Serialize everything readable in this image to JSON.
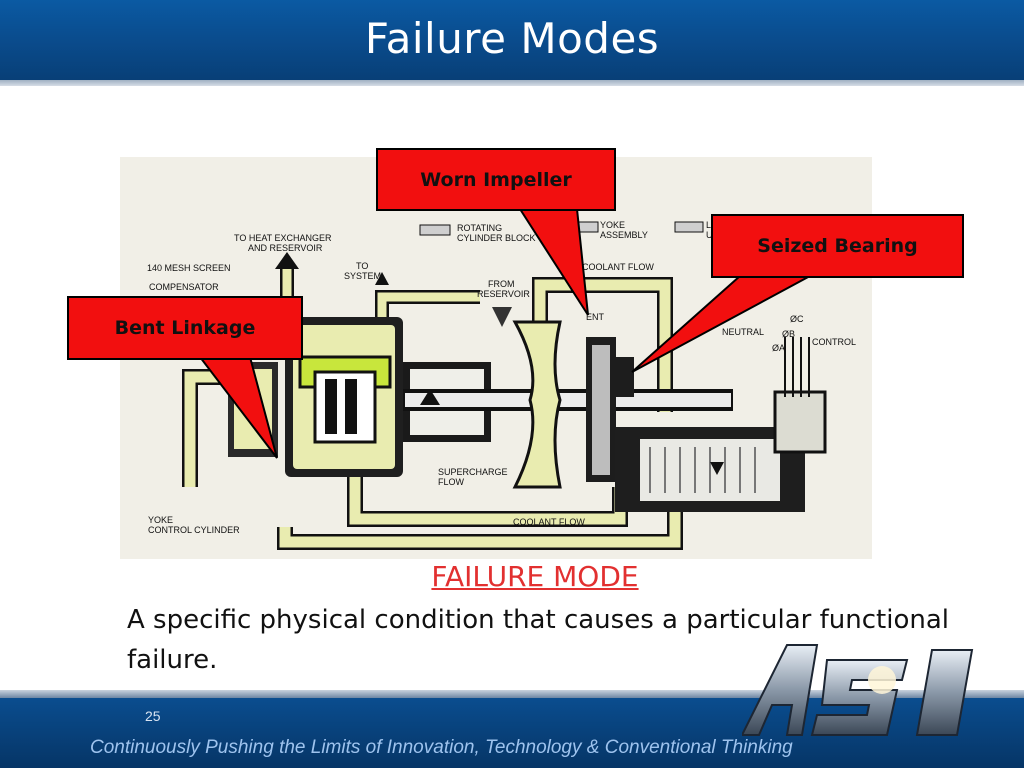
{
  "slide": {
    "title": "Failure Modes",
    "page_number": "25",
    "footer_tagline": "Continuously Pushing the Limits of  Innovation, Technology & Conventional Thinking",
    "logo_text": "ASI"
  },
  "callouts": {
    "worn_impeller": "Worn Impeller",
    "seized_bearing": "Seized Bearing",
    "bent_linkage": "Bent Linkage"
  },
  "diagram_labels": {
    "to_heat_exchanger": [
      "TO HEAT EXCHANGER",
      "AND RESERVOIR"
    ],
    "to_system": [
      "TO",
      "SYSTEM"
    ],
    "mesh_screen": "140 MESH SCREEN",
    "compensator": "COMPENSATOR",
    "rotating_cylinder_block": [
      "ROTATING",
      "CYLINDER BLOCK"
    ],
    "yoke_assembly": [
      "YOKE",
      "ASSEMBLY"
    ],
    "legend_3": [
      "LU",
      "UI"
    ],
    "from_reservoir": [
      "FROM",
      "RESERVOIR"
    ],
    "coolant_flow_top": "COOLANT FLOW",
    "vent": "ENT",
    "neutral": "NEUTRAL",
    "phase_c": "ØC",
    "phase_b": "ØB",
    "phase_a": "ØA",
    "control": "CONTROL",
    "supercharge_flow": [
      "SUPERCHARGE",
      "FLOW"
    ],
    "coolant_flow_bottom": "COOLANT  FLOW",
    "yoke_control_cylinder": [
      "YOKE",
      "CONTROL  CYLINDER"
    ]
  },
  "caption": {
    "heading": "FAILURE MODE",
    "body": "A specific physical condition that causes a particular functional failure."
  },
  "colors": {
    "header_blue": "#0a4d8f",
    "callout_red": "#f20f0f",
    "caption_red": "#e23030",
    "fluid_yellow": "#e9ecb0",
    "highlight_green": "#c8e63c"
  }
}
